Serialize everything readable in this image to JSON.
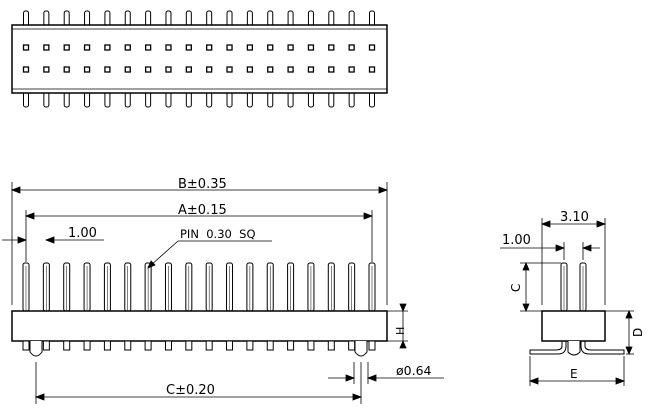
{
  "drawing": {
    "pin_count_per_row": 18,
    "rows": 2,
    "dimensions": {
      "b_label": "B±0.35",
      "a_label": "A±0.15",
      "pitch_label": "1.00",
      "pin_label": "PIN  0.30  SQ",
      "c_label": "C±0.20",
      "peg_diameter_label": "ø0.64",
      "h_label": "H",
      "side_width_label": "3.10",
      "side_pitch_label": "1.00",
      "side_c_label": "C",
      "side_d_label": "D",
      "side_e_label": "E"
    }
  }
}
